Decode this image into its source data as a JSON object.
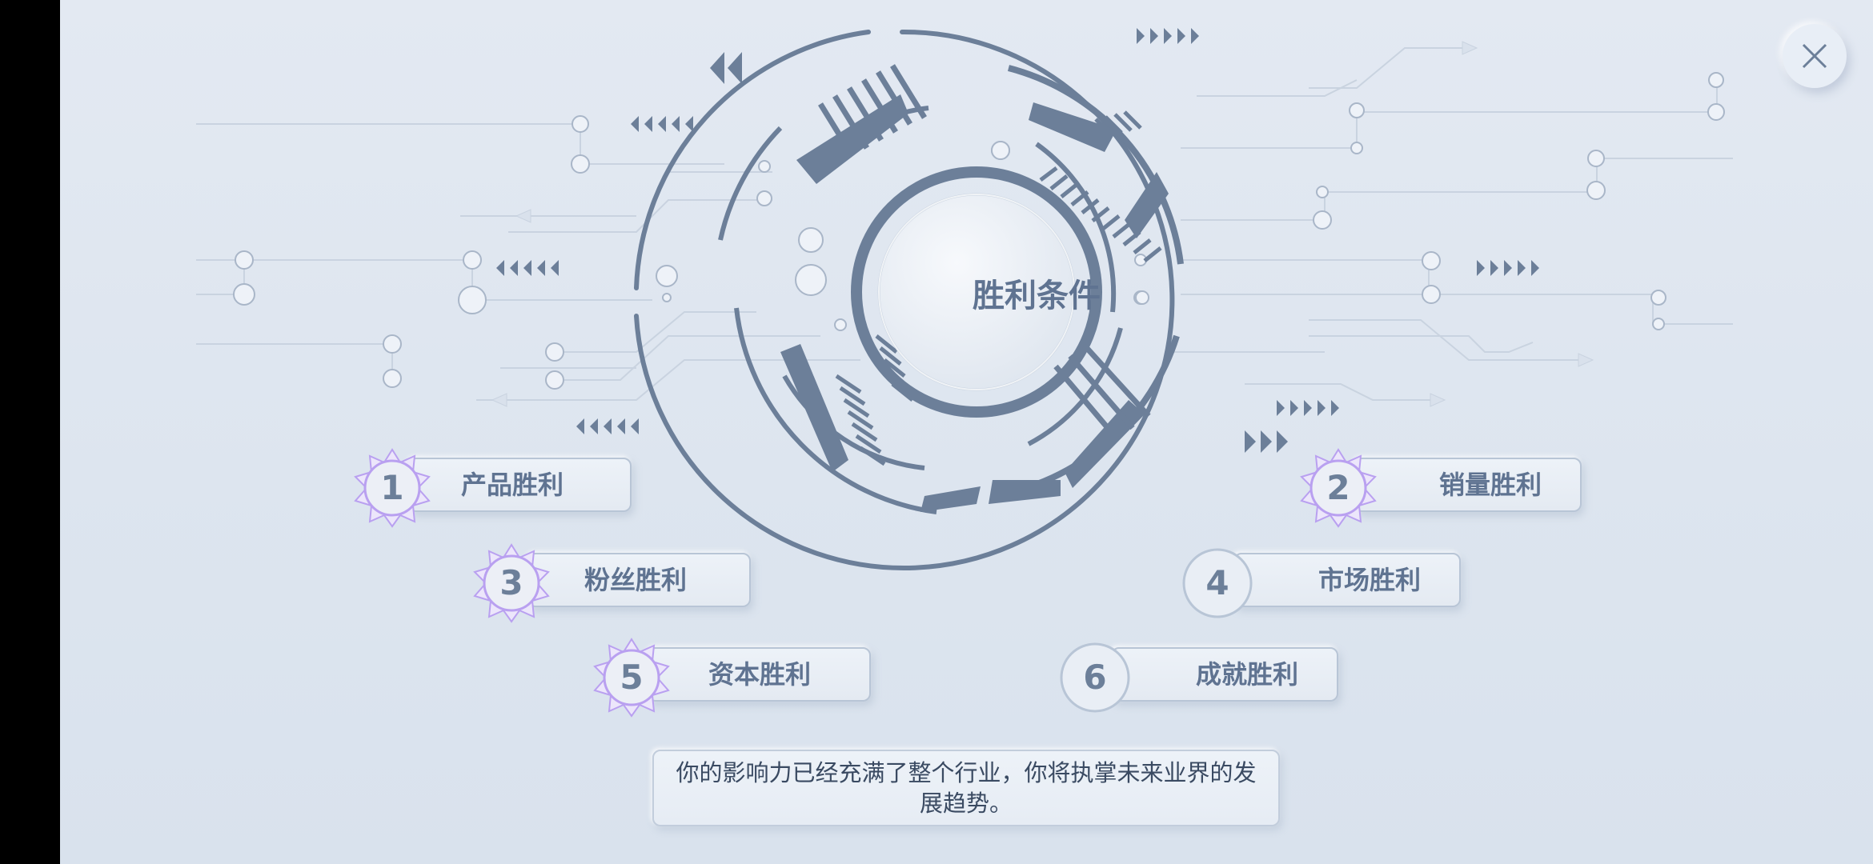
{
  "title": "胜利条件",
  "close_icon": "close-icon",
  "conditions": [
    {
      "num": "1",
      "label": "产品胜利",
      "achieved": true
    },
    {
      "num": "2",
      "label": "销量胜利",
      "achieved": true
    },
    {
      "num": "3",
      "label": "粉丝胜利",
      "achieved": true
    },
    {
      "num": "4",
      "label": "市场胜利",
      "achieved": false
    },
    {
      "num": "5",
      "label": "资本胜利",
      "achieved": true
    },
    {
      "num": "6",
      "label": "成就胜利",
      "achieved": false
    }
  ],
  "description": "你的影响力已经充满了整个行业，你将执掌未来业界的发展趋势。",
  "colors": {
    "background": "#e0e7f0",
    "ring": "#6c7f99",
    "text": "#5f7391",
    "achieved_glow": "#b9a0f0"
  }
}
